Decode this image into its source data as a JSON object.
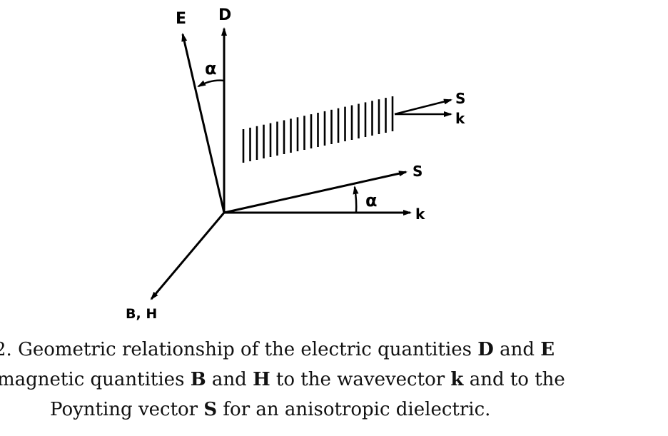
{
  "figure": {
    "labels": {
      "E": "E",
      "D": "D",
      "alpha_top": "α",
      "S_upper": "S",
      "k_upper": "k",
      "S_lower": "S",
      "alpha_lower": "α",
      "k_lower": "k",
      "BH": "B, H"
    },
    "wavefront_line_count": 23
  },
  "caption": {
    "line1": {
      "prefix": "2.   Geometric relationship of the electric quantities ",
      "b1": "D",
      "mid": " and ",
      "b2": "E"
    },
    "line2": {
      "prefix": "magnetic quantities ",
      "b1": "B",
      "mid": " and ",
      "b2": "H",
      "mid2": " to the wavevector ",
      "b3": "k",
      "suffix": " and to the"
    },
    "line3": {
      "prefix": "Poynting vector ",
      "b1": "S",
      "suffix": " for an anisotropic dielectric."
    }
  }
}
